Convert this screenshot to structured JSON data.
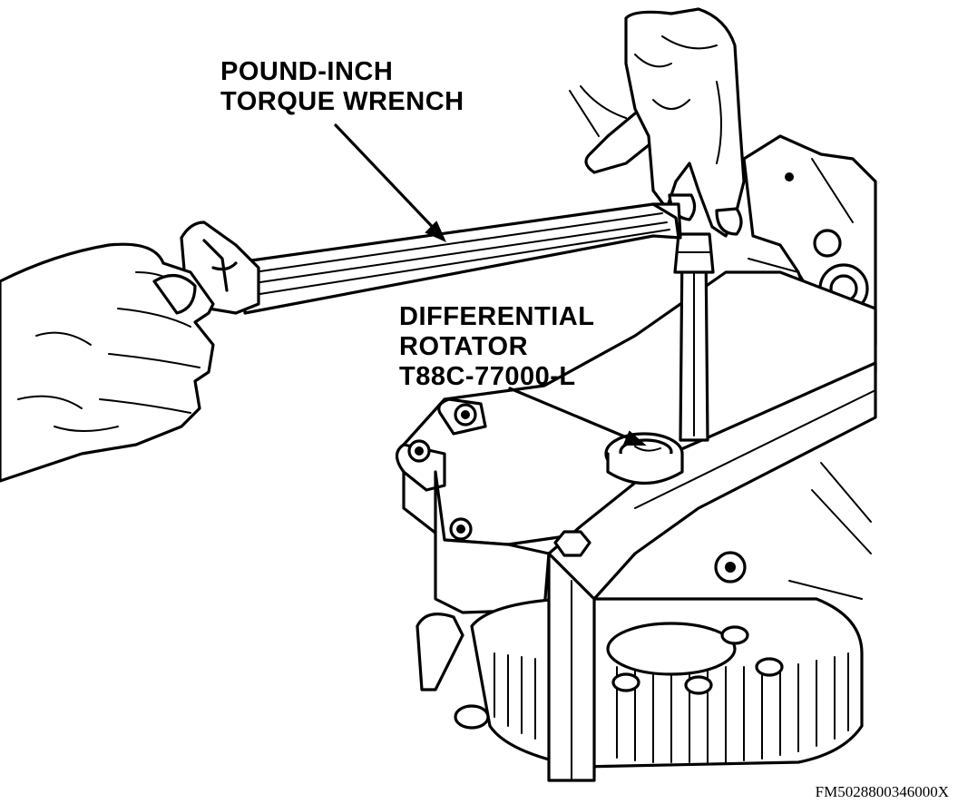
{
  "labels": {
    "torque_wrench": {
      "line1": "POUND-INCH",
      "line2": "TORQUE WRENCH"
    },
    "differential_rotator": {
      "line1": "DIFFERENTIAL",
      "line2": "ROTATOR",
      "line3": "T88C-77000-L"
    }
  },
  "figure_id": "FM5028800346000X"
}
